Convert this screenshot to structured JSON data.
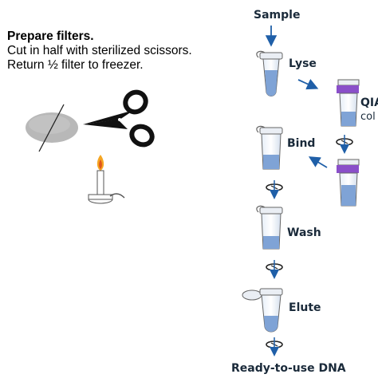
{
  "prep": {
    "title": "Prepare filters.",
    "line1": "Cut in half with sterilized scissors.",
    "line2": "Return ½ filter to freezer."
  },
  "workflow": {
    "sample": "Sample",
    "lyse": "Lyse",
    "bind": "Bind",
    "wash": "Wash",
    "elute": "Elute",
    "output": "Ready-to-use DNA",
    "column_label_1": "QIA",
    "column_label_2": "col"
  },
  "colors": {
    "arrow": "#1f5fa8",
    "tube_fill": "#7fa3d6",
    "column_ring": "#8a4fc9",
    "filter_gray": "#b8b8b8",
    "label_text": "#1a2a3a"
  },
  "icons": [
    "filter-disc-icon",
    "scissors-icon",
    "bunsen-burner-icon",
    "centrifuge-rotation-icon",
    "tube-icon",
    "spin-column-icon"
  ]
}
